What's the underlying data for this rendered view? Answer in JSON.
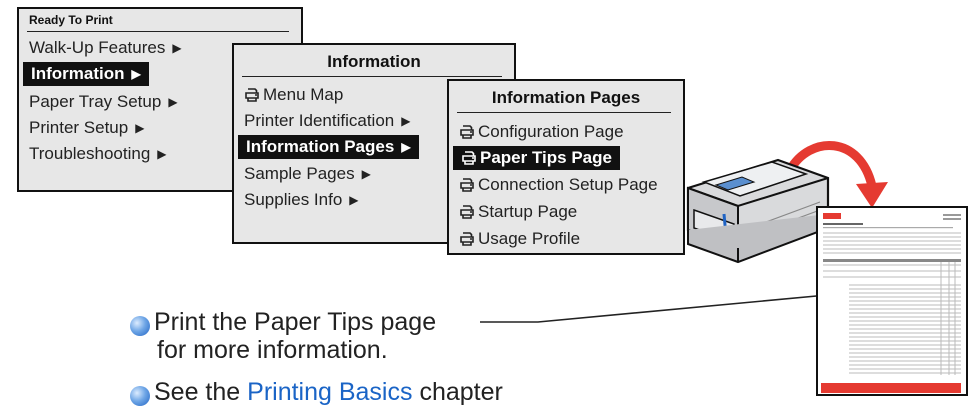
{
  "panel1": {
    "status": "Ready To Print",
    "items": [
      {
        "label": "Walk-Up Features"
      },
      {
        "label": "Information"
      },
      {
        "label": "Paper Tray Setup"
      },
      {
        "label": "Printer Setup"
      },
      {
        "label": "Troubleshooting"
      }
    ],
    "selected_index": 1
  },
  "panel2": {
    "title": "Information",
    "items": [
      {
        "label": "Menu Map",
        "icon": "printer-icon"
      },
      {
        "label": "Printer Identification"
      },
      {
        "label": "Information Pages"
      },
      {
        "label": "Sample Pages"
      },
      {
        "label": "Supplies Info"
      }
    ],
    "selected_index": 2
  },
  "panel3": {
    "title": "Information Pages",
    "items": [
      {
        "label": "Configuration Page",
        "icon": "printer-icon"
      },
      {
        "label": "Paper Tips Page",
        "icon": "printer-icon"
      },
      {
        "label": "Connection Setup Page",
        "icon": "printer-icon"
      },
      {
        "label": "Startup Page",
        "icon": "printer-icon"
      },
      {
        "label": "Usage Profile",
        "icon": "printer-icon"
      }
    ],
    "selected_index": 1
  },
  "bullets": {
    "b1_line1": "Print the Paper Tips page",
    "b1_line2": "for more information.",
    "b2_pre": "See the ",
    "b2_link": "Printing Basics",
    "b2_post": " chapter"
  },
  "colors": {
    "panel_bg": "#e7e7e7",
    "selected_bg": "#111111",
    "link": "#1a64c6",
    "arrow": "#e53a31",
    "page_accent": "#e53a31"
  }
}
